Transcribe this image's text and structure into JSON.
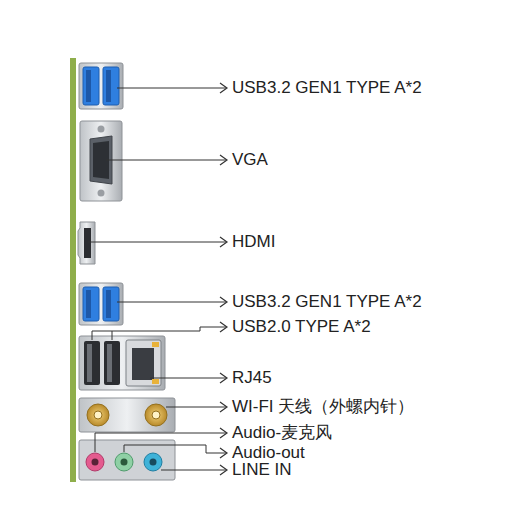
{
  "diagram": {
    "labels": [
      "USB3.2 GEN1 TYPE A*2",
      "VGA",
      "HDMI",
      "USB3.2 GEN1 TYPE A*2",
      "USB2.0 TYPE A*2",
      "RJ45",
      "WI-FI 天线（外螺内针）",
      "Audio-麦克风",
      "Audio-out",
      "LINE IN"
    ]
  }
}
